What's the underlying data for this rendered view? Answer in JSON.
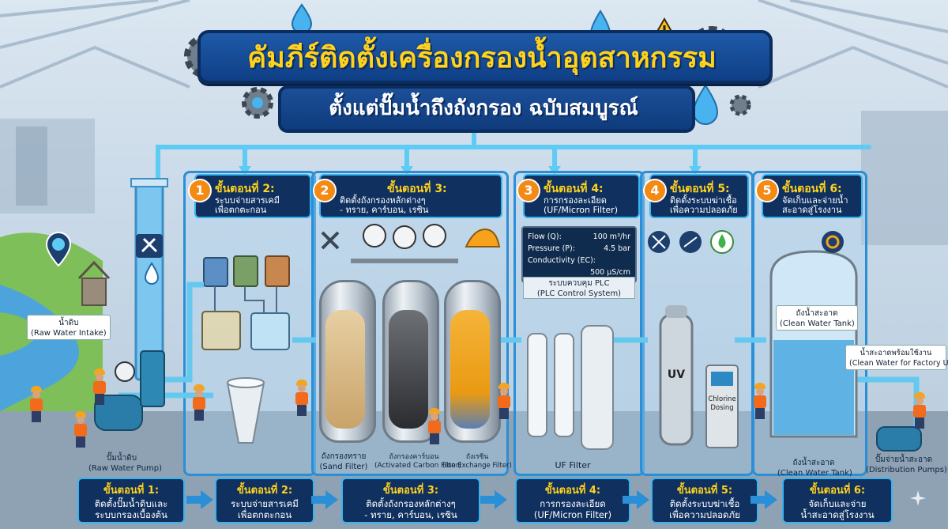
{
  "title": "คัมภีร์ติดตั้งเครื่องกรองน้ำอุตสาหกรรม",
  "subtitle": "ตั้งแต่ปั๊มน้ำถึงถังกรอง ฉบับสมบูรณ์",
  "panels": [
    {
      "num": "1",
      "title": "ขั้นตอนที่ 2:",
      "lines": [
        "ระบบจ่ายสารเคมี",
        "เพื่อตกตะกอน"
      ]
    },
    {
      "num": "2",
      "title": "ขั้นตอนที่ 3:",
      "lines": [
        "ติดตั้งถังกรองหลักต่างๆ",
        "- ทราย, คาร์บอน, เรซิน"
      ]
    },
    {
      "num": "3",
      "title": "ขั้นตอนที่ 4:",
      "lines": [
        "การกรองละเอียด",
        "(UF/Micron Filter)"
      ]
    },
    {
      "num": "4",
      "title": "ขั้นตอนที่ 5:",
      "lines": [
        "ติดตั้งระบบฆ่าเชื้อ",
        "เพื่อความปลอดภัย"
      ]
    },
    {
      "num": "5",
      "title": "ขั้นตอนที่ 6:",
      "lines": [
        "จัดเก็บและจ่ายน้ำ",
        "สะอาดสู่โรงงาน"
      ]
    }
  ],
  "bottom_steps": [
    {
      "title": "ขั้นตอนที่ 1:",
      "lines": [
        "ติดตั้งปั๊มน้ำดิบและ",
        "ระบบกรองเบื้องต้น"
      ]
    },
    {
      "title": "ขั้นตอนที่ 2:",
      "lines": [
        "ระบบจ่ายสารเคมี",
        "เพื่อตกตะกอน"
      ]
    },
    {
      "title": "ขั้นตอนที่ 3:",
      "lines": [
        "ติดตั้งถังกรองหลักต่างๆ",
        "- ทราย, คาร์บอน, เรซิน"
      ]
    },
    {
      "title": "ขั้นตอนที่ 4:",
      "lines": [
        "การกรองละเอียด",
        "(UF/Micron Filter)"
      ]
    },
    {
      "title": "ขั้นตอนที่ 5:",
      "lines": [
        "ติดตั้งระบบฆ่าเชื้อ",
        "เพื่อความปลอดภัย"
      ]
    },
    {
      "title": "ขั้นตอนที่ 6:",
      "lines": [
        "จัดเก็บและจ่าย",
        "น้ำสะอาดสู่โรงงาน"
      ]
    }
  ],
  "labels": {
    "raw_intake_th": "น้ำดิบ",
    "raw_intake_en": "(Raw Water Intake)",
    "raw_pump_th": "ปั๊มน้ำดิบ",
    "raw_pump_en": "(Raw Water Pump)",
    "sand_th": "ถังกรองทราย",
    "sand_en": "(Sand Filter)",
    "carbon_th": "ถังกรองคาร์บอน",
    "carbon_en": "(Activated Carbon Filter)",
    "resin_th": "ถังเรซิน",
    "resin_en": "(Ion Exchange Filter)",
    "uf_filter": "UF Filter",
    "plc_th": "ระบบควบคุม PLC",
    "plc_en": "(PLC Control System)",
    "uv": "UV",
    "chlorine": "Chlorine",
    "dosing": "Dosing",
    "tank_th": "ถังน้ำสะอาด",
    "tank_en": "(Clean Water Tank)",
    "factory_th": "น้ำสะอาดพร้อมใช้งาน",
    "factory_en": "(Clean Water for Factory Use)",
    "tank2_th": "ถังน้ำสะอาด",
    "tank2_en": "(Clean Water Tank)",
    "dist_th": "ปั๊มจ่ายน้ำสะอาด",
    "dist_en": "(Distribution Pumps)"
  },
  "dashboard": {
    "flow_label": "Flow (Q):",
    "flow_value": "100 m³/hr",
    "pressure_label": "Pressure (P):",
    "pressure_value": "4.5 bar",
    "cond_label": "Conductivity (EC):",
    "cond_value": "500 µS/cm"
  },
  "icons": [
    "water-drop-icon",
    "gear-icon",
    "warning-icon",
    "wrench-icon",
    "pressure-gauge-icon",
    "hard-hat-icon",
    "leaf-drop-icon"
  ],
  "colors": {
    "accent": "#2a8fd6",
    "title_yellow": "#ffd21c",
    "panel_dark": "#10305f",
    "step_orange": "#f28a14"
  }
}
